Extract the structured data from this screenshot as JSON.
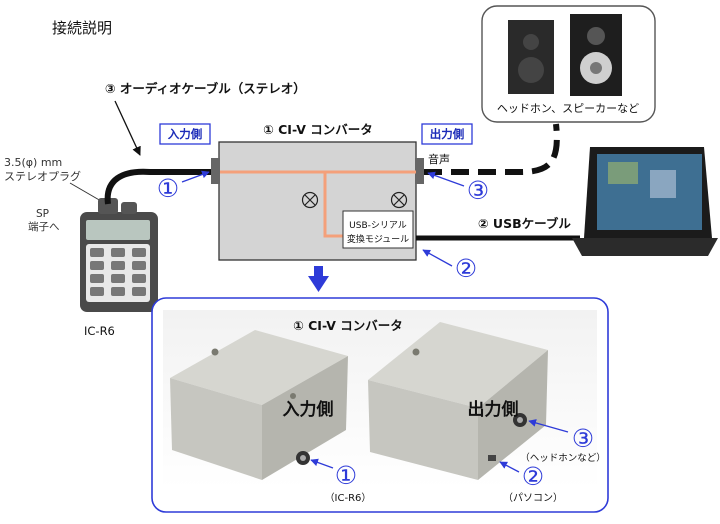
{
  "title": "接続説明",
  "labels": {
    "audio_cable": "③ オーディオケーブル（ステレオ）",
    "plug_line1": "3.5(φ) mm",
    "plug_line2": "ステレオプラグ",
    "sp_line1": "SP",
    "sp_line2": "端子へ",
    "radio_model": "IC-R6",
    "input_side": "入力側",
    "output_side": "出力側",
    "converter_title": "① CI-V コンバータ",
    "audio": "音声",
    "usb_module_line1": "USB-シリアル",
    "usb_module_line2": "変換モジュール",
    "usb_cable": "② USBケーブル",
    "speaker_caption": "ヘッドホン、スピーカーなど",
    "photo_title": "① CI-V コンバータ",
    "photo_input": "入力側",
    "photo_output": "出力側",
    "photo_headphones": "（ヘッドホンなど）",
    "photo_icr6": "（IC-R6）",
    "photo_pc": "（パソコン）"
  },
  "markers": {
    "one": "①",
    "two": "②",
    "three": "③"
  },
  "colors": {
    "accent_blue": "#2e3bd8",
    "box_gray": "#d4d4d4",
    "wire_orange": "#f4a07a",
    "cable_black": "#111111"
  }
}
